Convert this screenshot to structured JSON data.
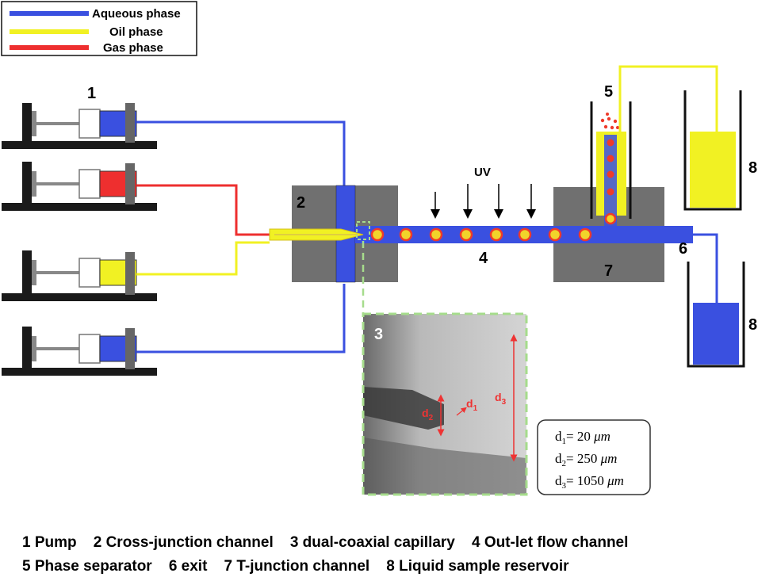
{
  "legend": [
    {
      "label": "Aqueous phase",
      "color": "#3a50e0"
    },
    {
      "label": "Oil phase",
      "color": "#f1f123"
    },
    {
      "label": "Gas phase",
      "color": "#ee2f2f"
    }
  ],
  "colors": {
    "aqueous": "#3a50e0",
    "oil": "#f1f123",
    "gas": "#ee2f2f",
    "block": "#707070",
    "droplet_fill": "#f1d42a",
    "droplet_edge": "#ee3a2a",
    "inset_border": "#a6dc8c"
  },
  "labels": {
    "pump": "1",
    "cross_junction": "2",
    "capillary": "3",
    "outlet": "4",
    "separator": "5",
    "exit": "6",
    "t_junction": "7",
    "reservoir_oil": "8",
    "reservoir_aqueous": "8",
    "uv": "UV"
  },
  "inset": {
    "number": "3",
    "d1": "d",
    "d1_sub": "1",
    "d2": "d",
    "d2_sub": "2",
    "d3": "d",
    "d3_sub": "3"
  },
  "dimensions": [
    {
      "name": "d",
      "sub": "1",
      "value": "= 20 ",
      "unit": "μm"
    },
    {
      "name": "d",
      "sub": "2",
      "value": "= 250 ",
      "unit": "μm"
    },
    {
      "name": "d",
      "sub": "3",
      "value": "= 1050 ",
      "unit": "μm"
    }
  ],
  "caption": {
    "line1": "1 Pump    2 Cross-junction channel    3 dual-coaxial capillary    4 Out-let flow channel",
    "line2": "5 Phase separator    6 exit    7 T-junction channel    8 Liquid sample reservoir"
  }
}
